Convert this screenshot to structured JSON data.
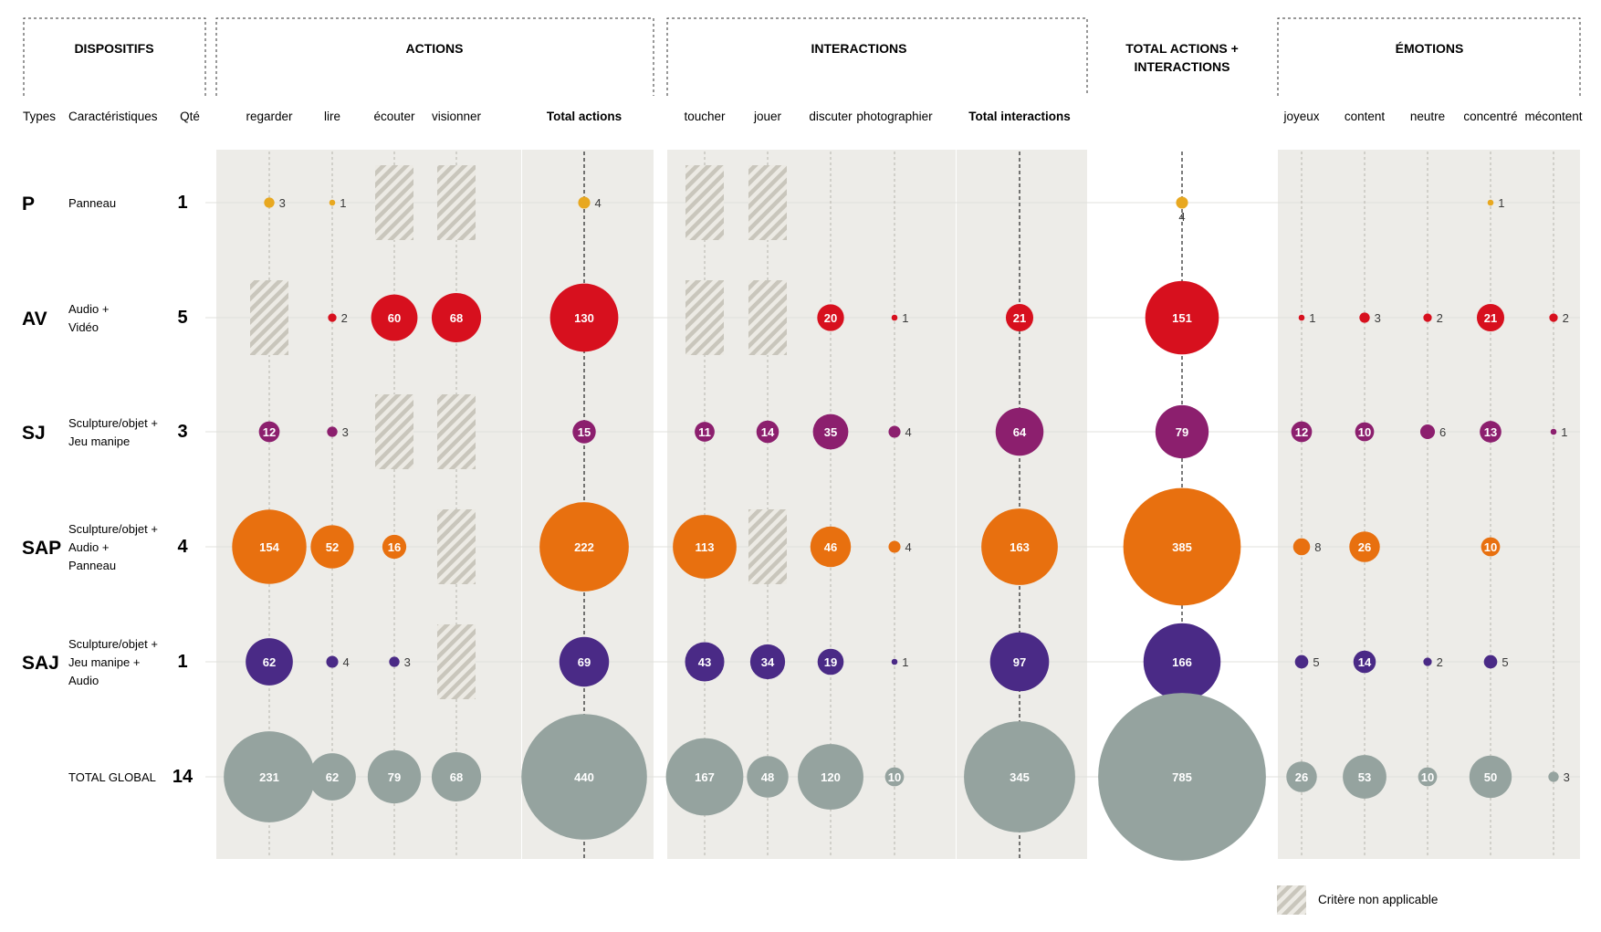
{
  "groups": [
    {
      "key": "dispositifs",
      "title": "DISPOSITIFS"
    },
    {
      "key": "actions",
      "title": "ACTIONS"
    },
    {
      "key": "interactions",
      "title": "INTERACTIONS"
    },
    {
      "key": "total",
      "title_line1": "TOTAL ACTIONS +",
      "title_line2": "INTERACTIONS"
    },
    {
      "key": "emotions",
      "title": "ÉMOTIONS"
    }
  ],
  "left_headers": {
    "types": "Types",
    "caracteristiques": "Caractéristiques",
    "qte": "Qté"
  },
  "legend": {
    "label": "Critère non applicable"
  },
  "colors": {
    "P": "#E8A820",
    "AV": "#D7101E",
    "SJ": "#8C1F6E",
    "SAP": "#E8700F",
    "SAJ": "#4A2A86",
    "TOTAL": "#95A39F",
    "panel": "#EDECE8",
    "hatch": "#C9C6BC"
  },
  "chart_data": {
    "type": "bubble-matrix",
    "columns": [
      {
        "key": "regarder",
        "label": "regarder",
        "group": "actions"
      },
      {
        "key": "lire",
        "label": "lire",
        "group": "actions"
      },
      {
        "key": "ecouter",
        "label": "écouter",
        "group": "actions"
      },
      {
        "key": "visionner",
        "label": "visionner",
        "group": "actions"
      },
      {
        "key": "total_actions",
        "label": "Total actions",
        "group": "actions",
        "is_total": true
      },
      {
        "key": "toucher",
        "label": "toucher",
        "group": "interactions"
      },
      {
        "key": "jouer",
        "label": "jouer",
        "group": "interactions"
      },
      {
        "key": "discuter",
        "label": "discuter",
        "group": "interactions"
      },
      {
        "key": "photographier",
        "label": "photographier",
        "group": "interactions"
      },
      {
        "key": "total_interactions",
        "label": "Total interactions",
        "group": "interactions",
        "is_total": true
      },
      {
        "key": "total_ai",
        "label": "",
        "group": "total",
        "is_total": true
      },
      {
        "key": "joyeux",
        "label": "joyeux",
        "group": "emotions"
      },
      {
        "key": "content",
        "label": "content",
        "group": "emotions"
      },
      {
        "key": "neutre",
        "label": "neutre",
        "group": "emotions"
      },
      {
        "key": "concentre",
        "label": "concentré",
        "group": "emotions"
      },
      {
        "key": "mecontent",
        "label": "mécontent",
        "group": "emotions"
      }
    ],
    "rows": [
      {
        "type": "P",
        "caracteristiques": [
          "Panneau"
        ],
        "qte": "1",
        "values": {
          "regarder": 3,
          "lire": 1,
          "total_actions": 4,
          "total_ai": 4,
          "concentre": 1
        },
        "not_applicable": [
          "ecouter",
          "visionner",
          "toucher",
          "jouer"
        ]
      },
      {
        "type": "AV",
        "caracteristiques": [
          "Audio +",
          "Vidéo"
        ],
        "qte": "5",
        "values": {
          "lire": 2,
          "ecouter": 60,
          "visionner": 68,
          "total_actions": 130,
          "discuter": 20,
          "photographier": 1,
          "total_interactions": 21,
          "total_ai": 151,
          "joyeux": 1,
          "content": 3,
          "neutre": 2,
          "concentre": 21,
          "mecontent": 2
        },
        "not_applicable": [
          "regarder",
          "toucher",
          "jouer"
        ]
      },
      {
        "type": "SJ",
        "caracteristiques": [
          "Sculpture/objet +",
          "Jeu manipe"
        ],
        "qte": "3",
        "values": {
          "regarder": 12,
          "lire": 3,
          "total_actions": 15,
          "toucher": 11,
          "jouer": 14,
          "discuter": 35,
          "photographier": 4,
          "total_interactions": 64,
          "total_ai": 79,
          "joyeux": 12,
          "content": 10,
          "neutre": 6,
          "concentre": 13,
          "mecontent": 1
        },
        "not_applicable": [
          "ecouter",
          "visionner"
        ]
      },
      {
        "type": "SAP",
        "caracteristiques": [
          "Sculpture/objet +",
          "Audio +",
          "Panneau"
        ],
        "qte": "4",
        "values": {
          "regarder": 154,
          "lire": 52,
          "ecouter": 16,
          "total_actions": 222,
          "toucher": 113,
          "discuter": 46,
          "photographier": 4,
          "total_interactions": 163,
          "total_ai": 385,
          "joyeux": 8,
          "content": 26,
          "concentre": 10
        },
        "not_applicable": [
          "visionner",
          "jouer"
        ]
      },
      {
        "type": "SAJ",
        "caracteristiques": [
          "Sculpture/objet +",
          "Jeu manipe +",
          "Audio"
        ],
        "qte": "1",
        "values": {
          "regarder": 62,
          "lire": 4,
          "ecouter": 3,
          "total_actions": 69,
          "toucher": 43,
          "jouer": 34,
          "discuter": 19,
          "photographier": 1,
          "total_interactions": 97,
          "total_ai": 166,
          "joyeux": 5,
          "content": 14,
          "neutre": 2,
          "concentre": 5
        },
        "not_applicable": [
          "visionner"
        ]
      },
      {
        "type": "TOTAL",
        "caracteristiques": [
          "TOTAL GLOBAL"
        ],
        "qte": "14",
        "values": {
          "regarder": 231,
          "lire": 62,
          "ecouter": 79,
          "visionner": 68,
          "total_actions": 440,
          "toucher": 167,
          "jouer": 48,
          "discuter": 120,
          "photographier": 10,
          "total_interactions": 345,
          "total_ai": 785,
          "joyeux": 26,
          "content": 53,
          "neutre": 10,
          "concentre": 50,
          "mecontent": 3
        },
        "not_applicable": []
      }
    ]
  }
}
